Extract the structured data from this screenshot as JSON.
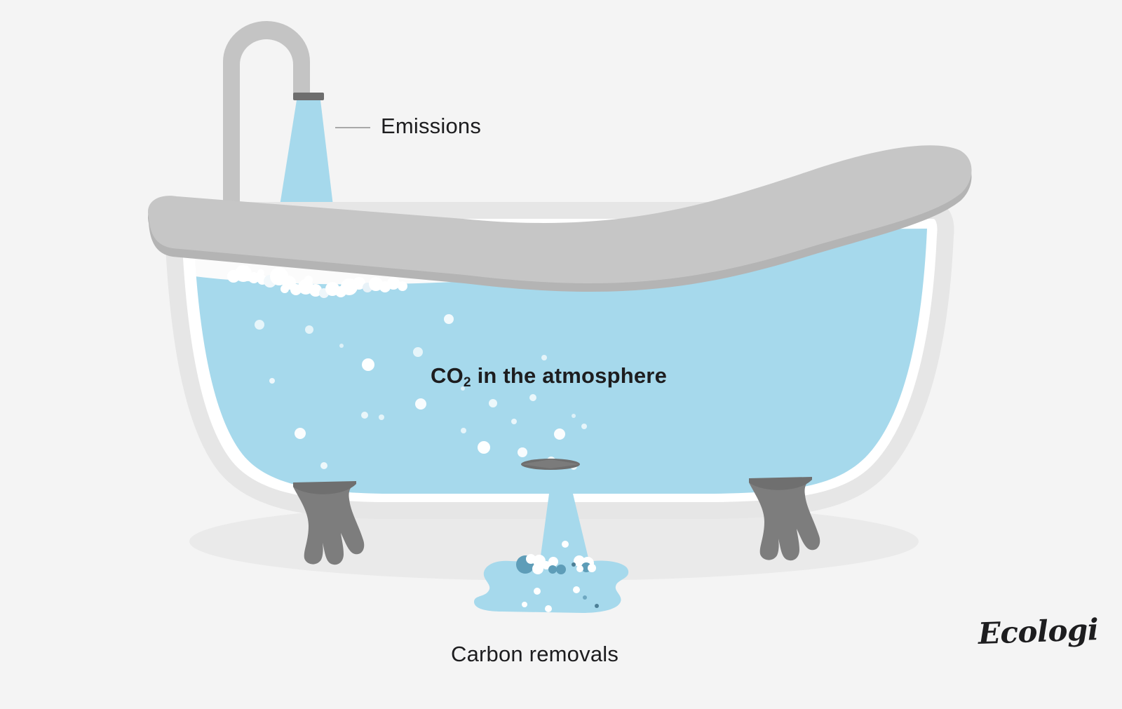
{
  "illustration": {
    "title": "Bathtub analogy for atmospheric CO2",
    "background_color": "#f4f4f4"
  },
  "labels": {
    "emissions": "Emissions",
    "atmosphere_prefix": "CO",
    "atmosphere_subscript": "2",
    "atmosphere_suffix": " in the atmosphere",
    "carbon_removals": "Carbon removals"
  },
  "brand": {
    "name": "Ecologi"
  },
  "colors": {
    "background": "#f4f4f4",
    "water": "#a6d9ec",
    "water_dark": "#5e9db8",
    "tub_shell": "#ffffff",
    "tub_shell_shade": "#e6e6e6",
    "rim": "#c6c6c6",
    "rim_shade": "#b4b4b4",
    "faucet": "#c4c4c4",
    "spout_cap": "#6e6e6e",
    "foot": "#7d7d7d",
    "drain": "#6e6e6e",
    "floor_shadow": "#eaeaea",
    "foam": "#ffffff",
    "text": "#1d1d1f"
  },
  "elements": {
    "faucet": "tap pouring water into tub",
    "stream_in": "emissions water stream",
    "tub": "clawfoot bathtub filled with water",
    "drain": "open drain in tub floor",
    "stream_out": "carbon removals draining stream",
    "puddle": "splash puddle on floor",
    "leader_line": "line connecting emissions label to stream"
  }
}
